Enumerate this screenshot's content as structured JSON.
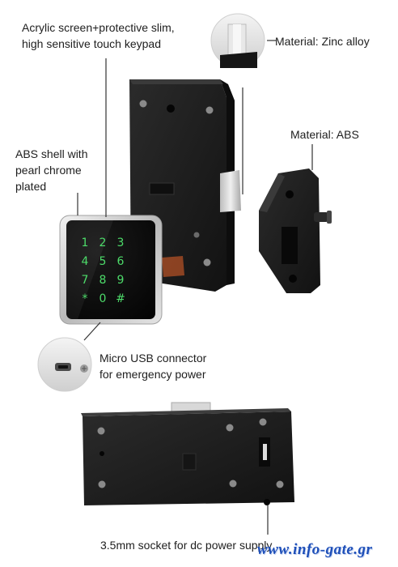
{
  "labels": {
    "acrylic": "Acrylic screen+protective slim,\nhigh sensitive touch keypad",
    "zinc": "Material: Zinc alloy",
    "abs_material": "Material: ABS",
    "abs_shell": "ABS shell with\npearl chrome\nplated",
    "usb": "Micro USB connector\nfor emergency power",
    "socket": "3.5mm socket for dc power supply"
  },
  "keypad": {
    "keys": [
      "1",
      "2",
      "3",
      "4",
      "5",
      "6",
      "7",
      "8",
      "9",
      "*",
      "0",
      "#"
    ],
    "key_color": "#4ddc6a"
  },
  "watermark": "www.info-gate.gr",
  "colors": {
    "body": "#1c1c1c",
    "frame": "#c9c9c9",
    "leader": "#333333"
  }
}
